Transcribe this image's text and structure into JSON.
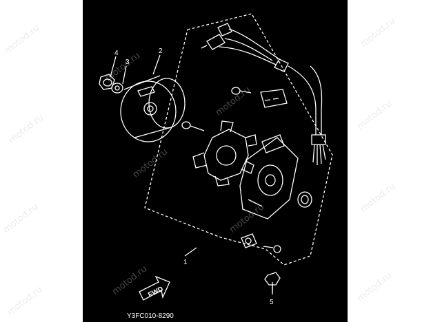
{
  "diagram": {
    "part_code": "Y3FC010-8290",
    "direction_label": "FWD",
    "callouts": [
      "1",
      "2",
      "3",
      "4",
      "5"
    ]
  },
  "watermark": {
    "text": "motod.ru"
  },
  "colors": {
    "background": "#000000",
    "linework": "#ffffff",
    "margin": "#ffffff"
  }
}
